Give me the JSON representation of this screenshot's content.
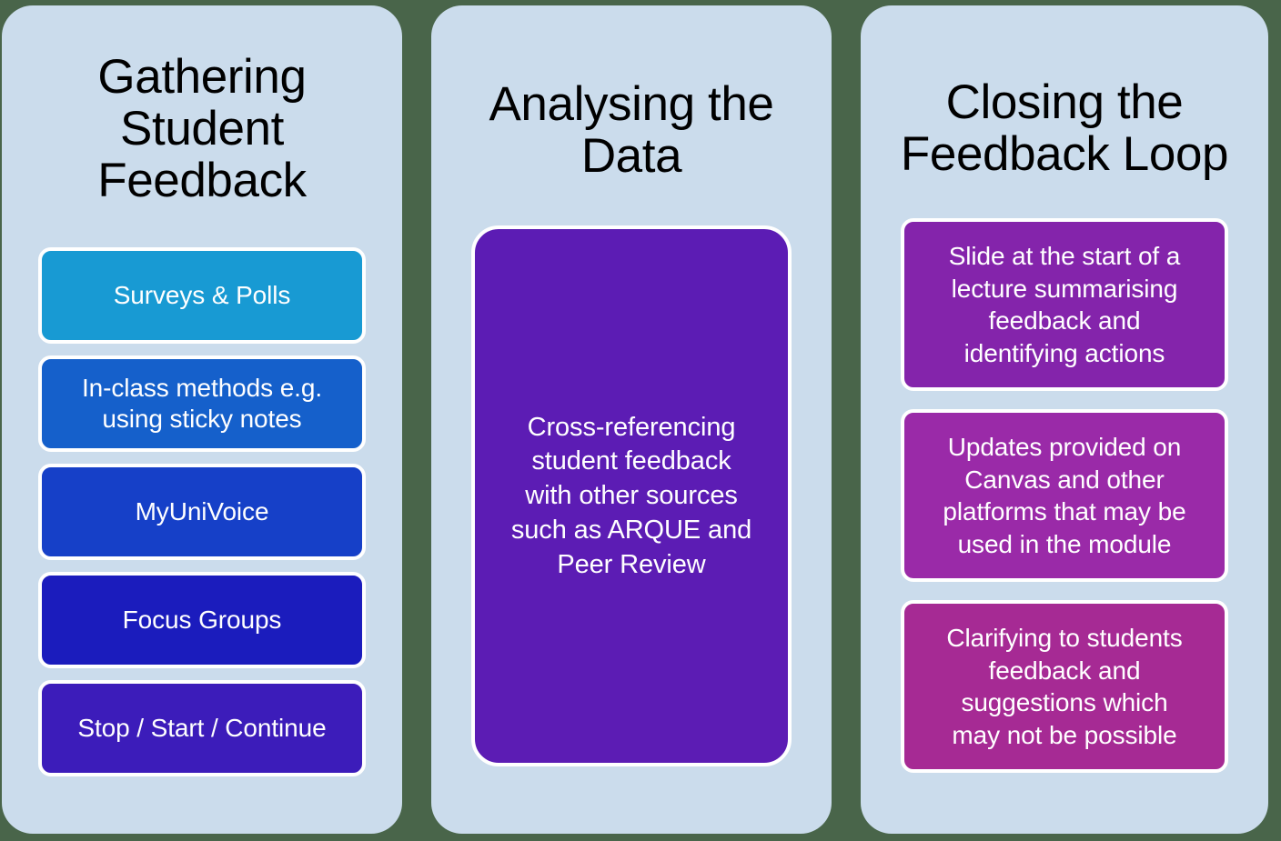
{
  "background_color": "#49654a",
  "panel_color": "#cbdcec",
  "columns": [
    {
      "id": "gathering-student-feedback",
      "title": "Gathering\nStudent\nFeedback",
      "items": [
        {
          "label": "Surveys & Polls",
          "color": "#189ad3"
        },
        {
          "label": "In-class methods e.g.\nusing sticky notes",
          "color": "#1560cb"
        },
        {
          "label": "MyUniVoice",
          "color": "#1640c8"
        },
        {
          "label": "Focus Groups",
          "color": "#1b1cbd"
        },
        {
          "label": "Stop / Start / Continue",
          "color": "#3c1cba"
        }
      ]
    },
    {
      "id": "analysing-the-data",
      "title": "Analysing the\nData",
      "items": [
        {
          "label": "Cross-referencing\nstudent feedback\nwith other sources\nsuch as ARQUE and\nPeer Review",
          "color": "#5c1cb4"
        }
      ]
    },
    {
      "id": "closing-the-feedback-loop",
      "title": "Closing the\nFeedback Loop",
      "items": [
        {
          "label": "Slide at the start of a\nlecture summarising\nfeedback and\nidentifying actions",
          "color": "#8424ab"
        },
        {
          "label": "Updates provided on\nCanvas and other\nplatforms that may be\nused in the module",
          "color": "#9a2aa8"
        },
        {
          "label": "Clarifying to students\nfeedback and\nsuggestions which\nmay not be possible",
          "color": "#a62a94"
        }
      ]
    }
  ]
}
